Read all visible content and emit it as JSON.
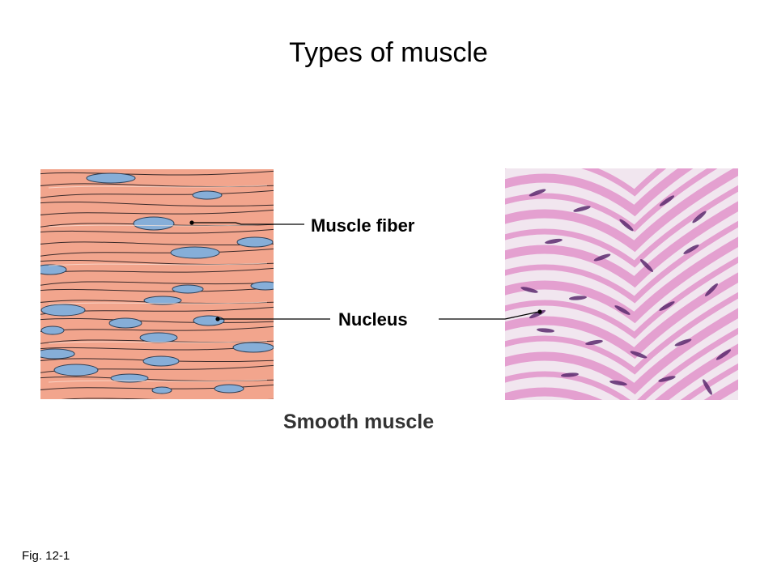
{
  "slide": {
    "title": "Types of muscle",
    "figure_ref": "Fig. 12-1"
  },
  "figure": {
    "labels": {
      "muscle_fiber": "Muscle fiber",
      "nucleus": "Nucleus"
    },
    "caption": "Smooth muscle"
  },
  "colors": {
    "cell_fill": "#f2a58d",
    "nucleus_fill": "#86aed8",
    "tissue_pink": "#df88c5",
    "nucleus_stain": "#5c2a6e"
  }
}
